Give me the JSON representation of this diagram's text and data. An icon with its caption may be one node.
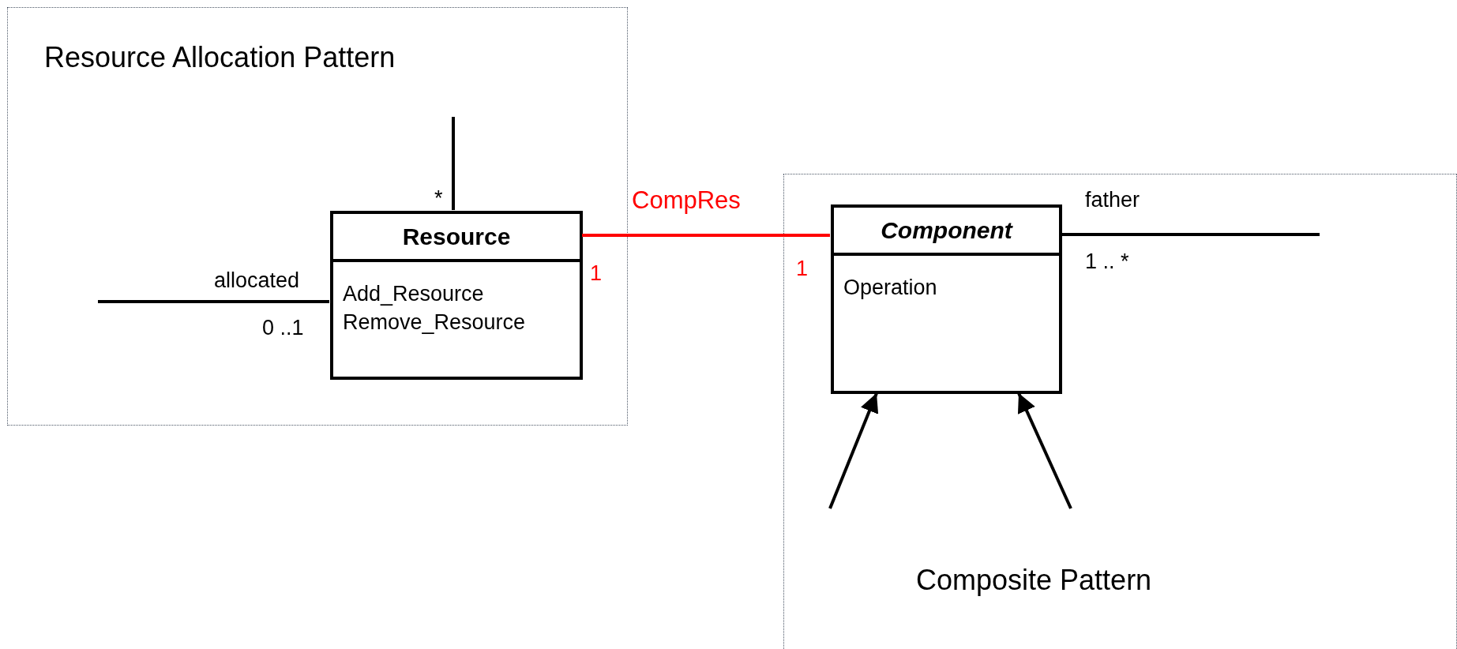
{
  "diagram": {
    "nodes": [
      {
        "text": [
          "Resource Allocation Pattern"
        ]
      },
      {
        "text": [
          "Resource",
          "Add_Resource",
          "Remove_Resource"
        ],
        "in": 0
      },
      {
        "text": [
          "Composite Pattern"
        ]
      },
      {
        "text": [
          "Component",
          "Operation"
        ],
        "in": 2
      }
    ],
    "edges": [
      {
        "from": 1,
        "to": 3,
        "arrow": "none",
        "label": "CompRes",
        "color": "#ff0000"
      },
      {
        "from": 1,
        "to": null,
        "arrow": "none"
      },
      {
        "from": null,
        "to": 1,
        "arrow": "none",
        "label": "allocated"
      },
      {
        "from": 3,
        "to": null,
        "arrow": "none",
        "label": "father"
      },
      {
        "from": null,
        "to": 3,
        "arrow": "to"
      },
      {
        "from": null,
        "to": 3,
        "arrow": "to"
      }
    ],
    "labels": [
      "*",
      "0 ..1",
      "1",
      "1",
      "1 .. *"
    ]
  }
}
